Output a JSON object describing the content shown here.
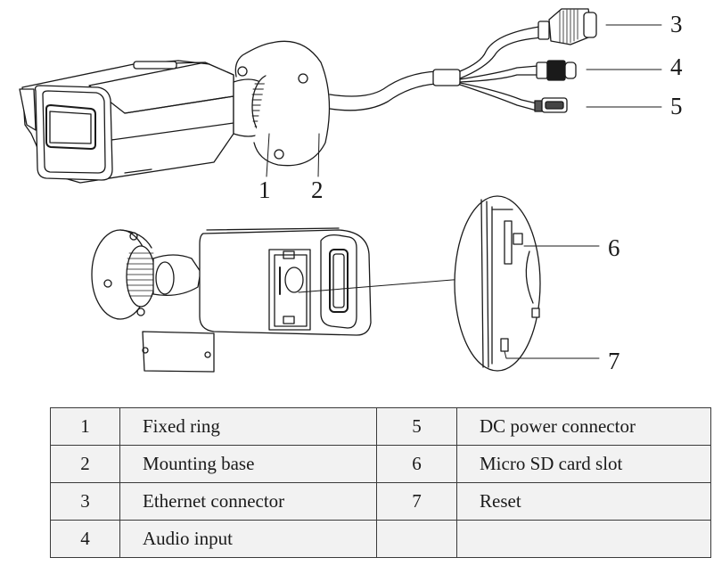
{
  "figure": {
    "callouts": [
      "1",
      "2",
      "3",
      "4",
      "5",
      "6",
      "7"
    ]
  },
  "parts_table": {
    "rows": [
      {
        "left_num": "1",
        "left_desc": "Fixed ring",
        "right_num": "5",
        "right_desc": "DC power connector"
      },
      {
        "left_num": "2",
        "left_desc": "Mounting base",
        "right_num": "6",
        "right_desc": "Micro SD card slot"
      },
      {
        "left_num": "3",
        "left_desc": "Ethernet connector",
        "right_num": "7",
        "right_desc": "Reset"
      },
      {
        "left_num": "4",
        "left_desc": "Audio input",
        "right_num": "",
        "right_desc": ""
      }
    ]
  }
}
